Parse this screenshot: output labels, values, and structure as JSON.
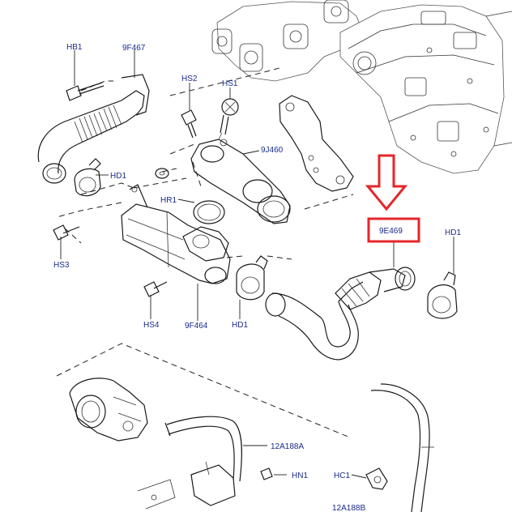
{
  "diagram": {
    "highlight_color": "#e5262a",
    "label_color": "#1a2a8c",
    "highlighted_part": "9E469",
    "labels": {
      "hb1": "HB1",
      "p9f467": "9F467",
      "hs2": "HS2",
      "hs1": "HS1",
      "p9j460": "9J460",
      "hd1_left": "HD1",
      "hr1": "HR1",
      "hs3": "HS3",
      "hs4": "HS4",
      "p9f464": "9F464",
      "hd1_mid": "HD1",
      "p9e469": "9E469",
      "hd1_right": "HD1",
      "p12a188a": "12A188A",
      "hn1": "HN1",
      "hc1": "HC1",
      "p12a188b": "12A188B"
    }
  }
}
